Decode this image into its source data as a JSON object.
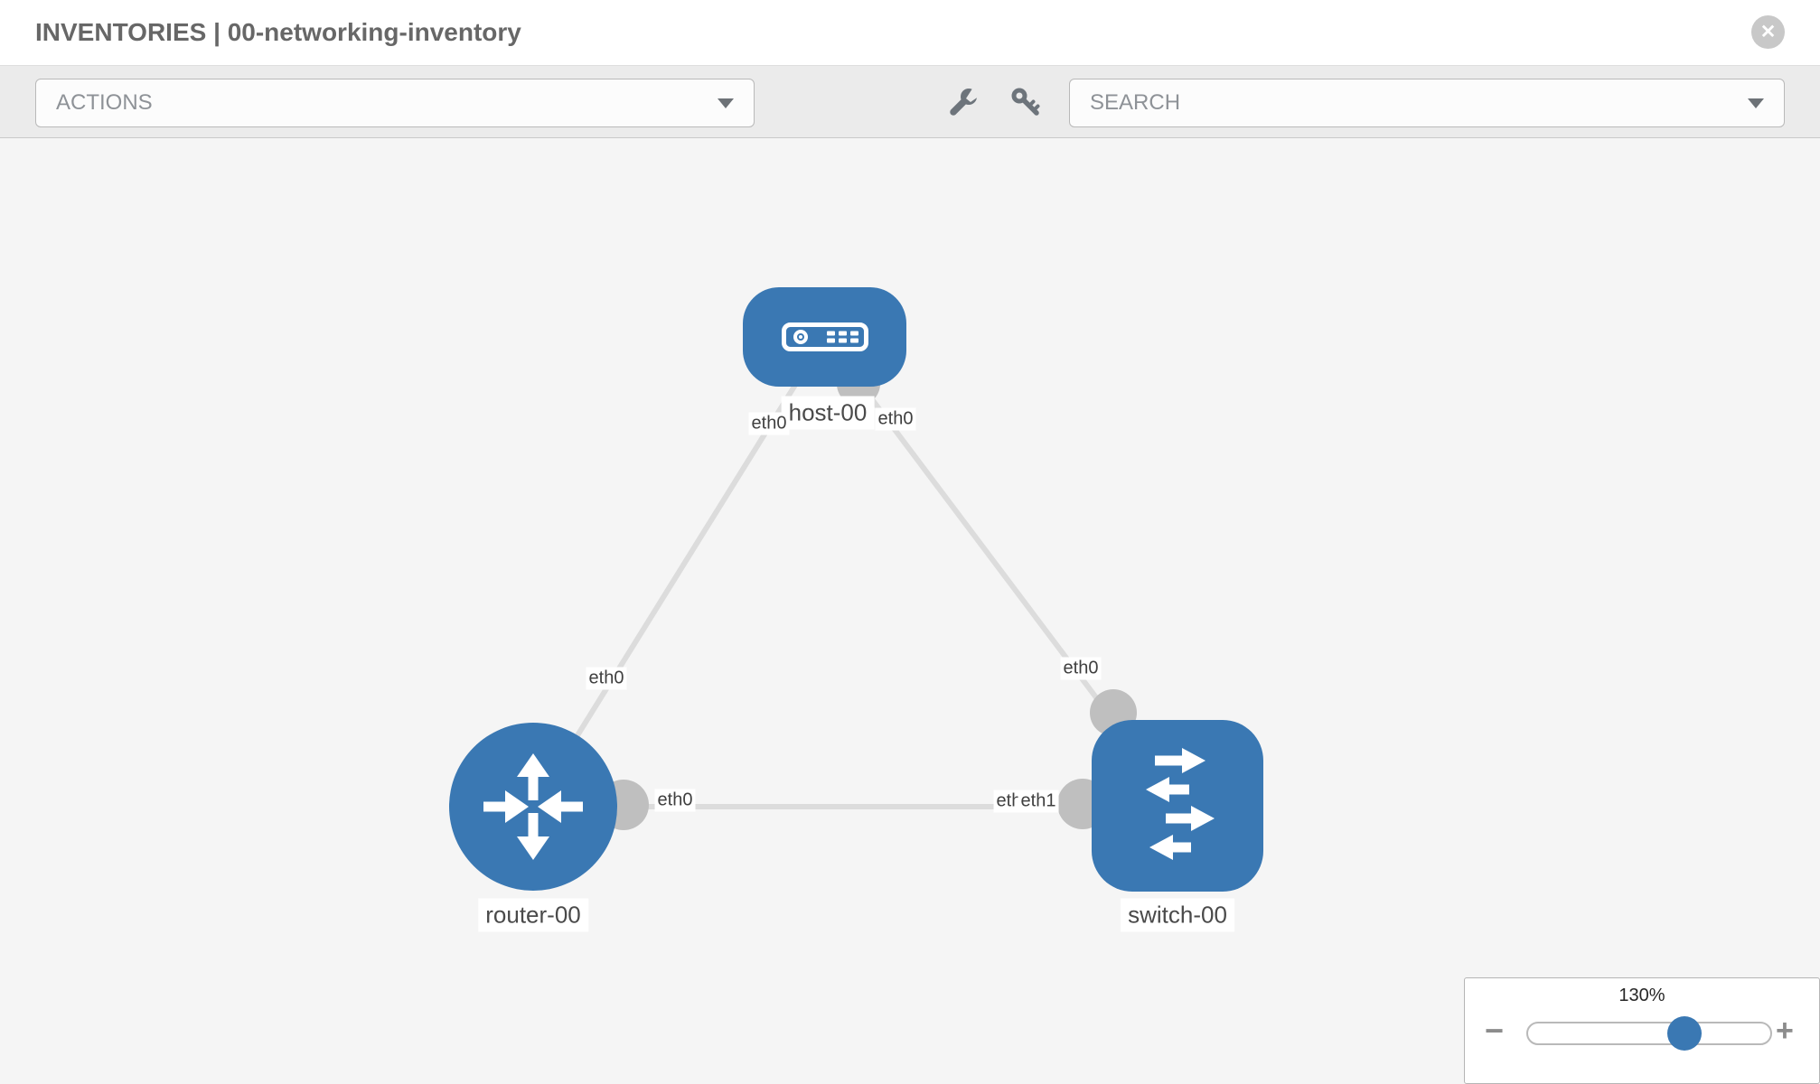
{
  "header": {
    "title": "INVENTORIES | 00-networking-inventory",
    "close_glyph": "✕"
  },
  "toolbar": {
    "actions_label": "ACTIONS",
    "search_label": "SEARCH",
    "tools": [
      {
        "icon": "wrench-icon"
      },
      {
        "icon": "key-icon"
      }
    ]
  },
  "canvas": {
    "nodes": [
      {
        "label": "host-00",
        "type": "host"
      },
      {
        "label": "router-00",
        "type": "router"
      },
      {
        "label": "switch-00",
        "type": "switch"
      }
    ],
    "links": [
      {
        "from": "host-00",
        "to": "router-00",
        "from_interface": "eth0",
        "to_interface": "eth0"
      },
      {
        "from": "host-00",
        "to": "switch-00",
        "from_interface": "eth0",
        "to_interface": "eth0"
      },
      {
        "from": "router-00",
        "to": "switch-00",
        "from_interface": "eth0",
        "to_interface": "eth1"
      }
    ],
    "interface_labels": {
      "host_left": "eth0",
      "host_right": "eth0",
      "router_top": "eth0",
      "switch_top": "eth0",
      "router_right": "eth0",
      "switch_left_back": "eth0",
      "switch_left_front": "eth1"
    }
  },
  "zoom_control": {
    "level": "130%",
    "minus_glyph": "−",
    "plus_glyph": "+"
  },
  "colors": {
    "node_blue": "#3a78b3",
    "link_gray": "#dcdcdc",
    "interface_gray": "#bfbfbf",
    "toolbar_bg": "#ebebeb",
    "canvas_bg": "#f5f5f5",
    "title_gray": "#676767",
    "thumb_blue": "#3a78b3"
  }
}
